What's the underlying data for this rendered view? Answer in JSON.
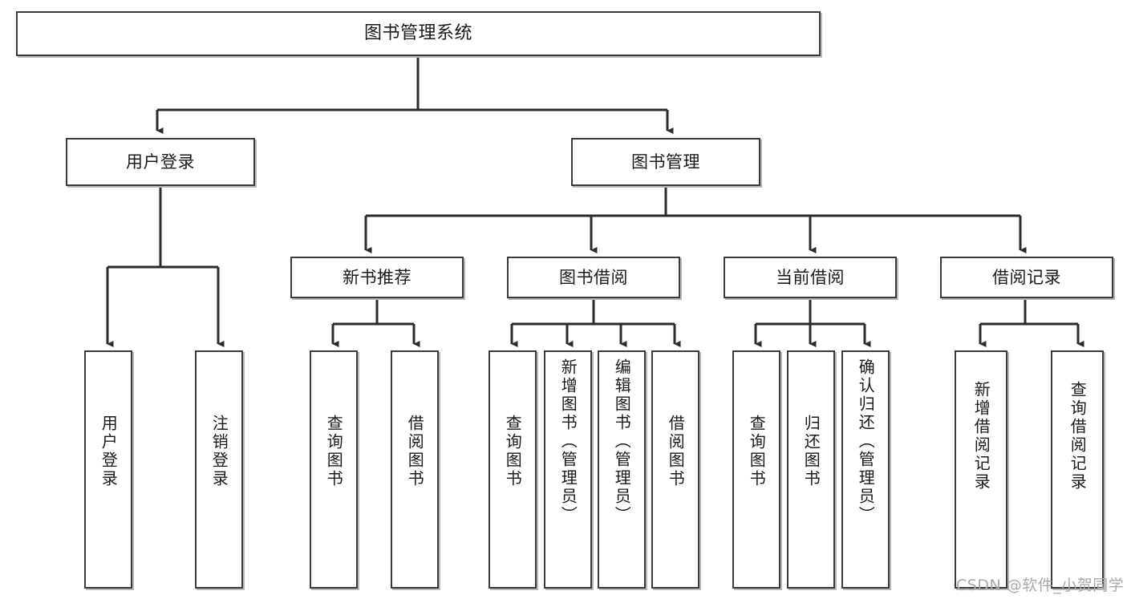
{
  "diagram": {
    "title": "图书管理系统",
    "type": "tree-hierarchy-diagram",
    "colors": {
      "box_border": "#3a3a3a",
      "box_fill": "#ffffff",
      "edge": "#2b2b2b",
      "shadow": "#b9b9b9",
      "watermark": "#a9a9a9",
      "background": "#ffffff"
    }
  },
  "root": {
    "label": "图书管理系统"
  },
  "level2": [
    {
      "label": "用户登录"
    },
    {
      "label": "图书管理"
    }
  ],
  "level3": [
    {
      "label": "新书推荐"
    },
    {
      "label": "图书借阅"
    },
    {
      "label": "当前借阅"
    },
    {
      "label": "借阅记录"
    }
  ],
  "leaves": {
    "user_login": [
      {
        "label": "用户登录"
      },
      {
        "label": "注销登录"
      }
    ],
    "new_book_recommend": [
      {
        "label": "查询图书"
      },
      {
        "label": "借阅图书"
      }
    ],
    "book_borrow": [
      {
        "label": "查询图书"
      },
      {
        "label": "新增图书（管理员）"
      },
      {
        "label": "编辑图书（管理员）"
      },
      {
        "label": "借阅图书"
      }
    ],
    "current_borrow": [
      {
        "label": "查询图书"
      },
      {
        "label": "归还图书"
      },
      {
        "label": "确认归还（管理员）"
      }
    ],
    "borrow_record": [
      {
        "label": "新增借阅记录"
      },
      {
        "label": "查询借阅记录"
      }
    ]
  },
  "watermark": {
    "text": "CSDN @软件_小贺同学"
  }
}
